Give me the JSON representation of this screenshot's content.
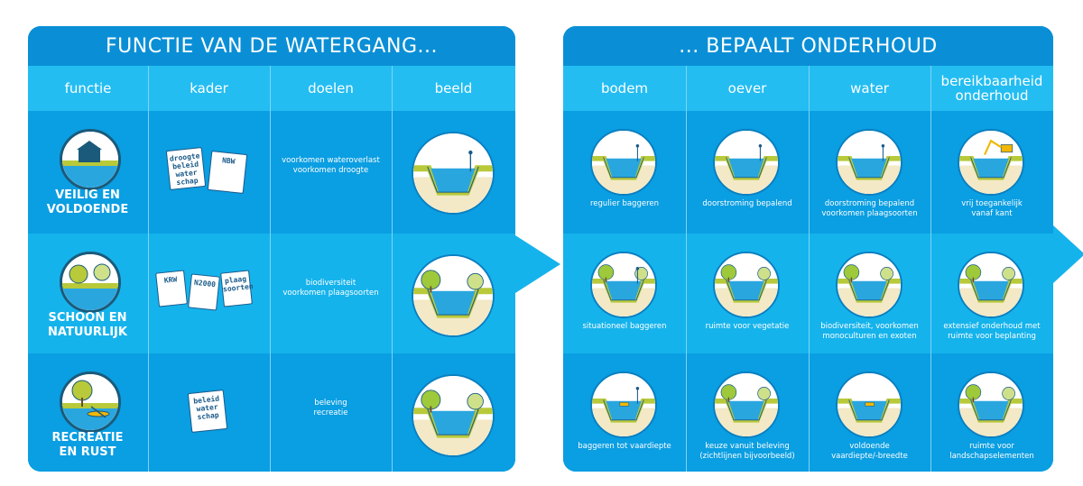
{
  "left": {
    "title": "FUNCTIE VAN DE WATERGANG...",
    "columns": [
      "functie",
      "kader",
      "doelen",
      "beeld"
    ],
    "rows": [
      {
        "functie": [
          "VEILIG EN",
          "VOLDOENDE"
        ],
        "kader_docs": [
          [
            "droogte",
            "beleid",
            "water",
            "schap"
          ],
          [
            "NBW"
          ]
        ],
        "doelen": [
          "voorkomen wateroverlast",
          "voorkomen droogte"
        ],
        "badge_icon": "house-water-icon",
        "beeld_icon": "channel-with-culvert-icon"
      },
      {
        "functie": [
          "SCHOON EN",
          "NATUURLIJK"
        ],
        "kader_docs": [
          [
            "KRW"
          ],
          [
            "N2000"
          ],
          [
            "plaag",
            "soorten"
          ]
        ],
        "doelen": [
          "biodiversiteit",
          "voorkomen plaagsoorten"
        ],
        "badge_icon": "nature-pond-icon",
        "beeld_icon": "vegetated-channel-icon"
      },
      {
        "functie": [
          "RECREATIE",
          "EN RUST"
        ],
        "kader_docs": [
          [
            "beleid",
            "water",
            "schap"
          ]
        ],
        "doelen": [
          "beleving",
          "recreatie"
        ],
        "badge_icon": "canoe-tree-icon",
        "beeld_icon": "recreation-channel-icon"
      }
    ]
  },
  "right": {
    "title": "... BEPAALT ONDERHOUD",
    "columns": [
      [
        "bodem"
      ],
      [
        "oever"
      ],
      [
        "water"
      ],
      [
        "bereikbaarheid",
        "onderhoud"
      ]
    ],
    "rows": [
      [
        {
          "text": [
            "regulier baggeren"
          ],
          "icon": "dredging-icon"
        },
        {
          "text": [
            "doorstroming bepalend"
          ],
          "icon": "flow-bank-icon"
        },
        {
          "text": [
            "doorstroming bepalend",
            "voorkomen plaagsoorten"
          ],
          "icon": "flow-water-icon"
        },
        {
          "text": [
            "vrij toegankelijk",
            "vanaf kant"
          ],
          "icon": "excavator-icon"
        }
      ],
      [
        {
          "text": [
            "situationeel baggeren"
          ],
          "icon": "occasional-dredging-icon"
        },
        {
          "text": [
            "ruimte voor vegetatie"
          ],
          "icon": "vegetation-bank-icon"
        },
        {
          "text": [
            "biodiversiteit, voorkomen",
            "monoculturen en exoten"
          ],
          "icon": "biodiversity-icon"
        },
        {
          "text": [
            "extensief onderhoud met",
            "ruimte voor beplanting"
          ],
          "icon": "planting-icon"
        }
      ],
      [
        {
          "text": [
            "baggeren tot vaardiepte"
          ],
          "icon": "depth-dredging-icon"
        },
        {
          "text": [
            "keuze vanuit beleving",
            "(zichtlijnen bijvoorbeeld)"
          ],
          "icon": "sightline-icon"
        },
        {
          "text": [
            "voldoende",
            "vaardiepte/-breedte"
          ],
          "icon": "boat-depth-icon"
        },
        {
          "text": [
            "ruimte voor",
            "landschapselementen"
          ],
          "icon": "landscape-icon"
        }
      ]
    ]
  },
  "colors": {
    "panel": "#0aa0e4",
    "banner": "#0a8fd6",
    "header_row": "#23bdf2",
    "band_light": "#15b3ec",
    "water": "#2aa6df",
    "grass": "#b8c93a",
    "sand": "#f3e9c6"
  }
}
